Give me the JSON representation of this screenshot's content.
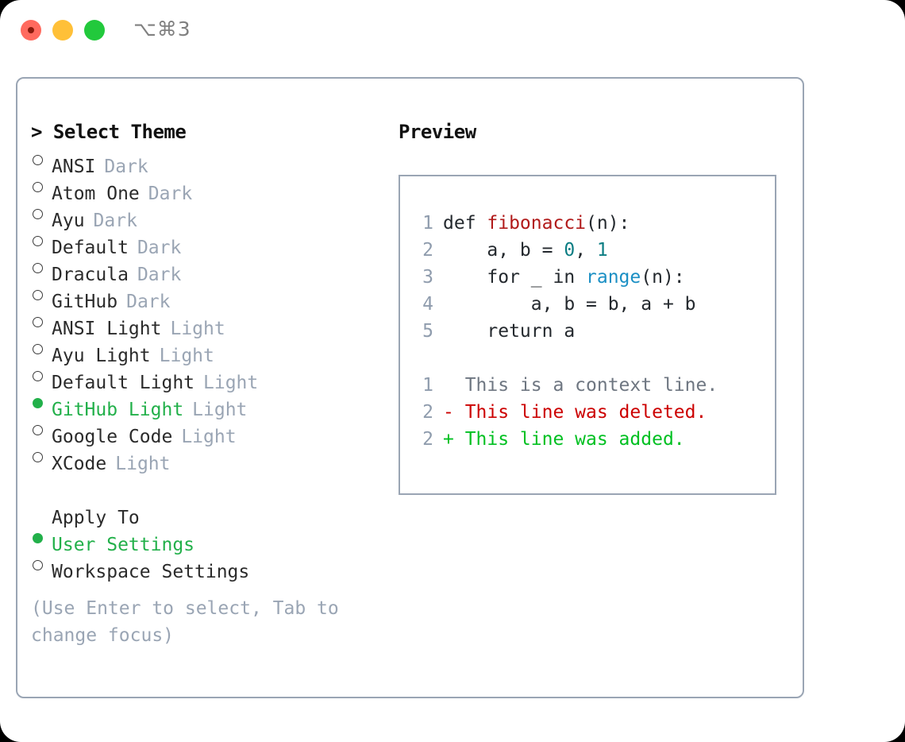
{
  "titlebar": {
    "shortcut": "⌥⌘3",
    "lights": [
      {
        "name": "close",
        "color": "#ff6a5e"
      },
      {
        "name": "minimize",
        "color": "#ffc038"
      },
      {
        "name": "zoom",
        "color": "#22c93c"
      }
    ]
  },
  "theme_picker": {
    "title": "> Select Theme",
    "options": [
      {
        "label": "ANSI",
        "suffix": "Dark",
        "selected": false
      },
      {
        "label": "Atom One",
        "suffix": "Dark",
        "selected": false
      },
      {
        "label": "Ayu",
        "suffix": "Dark",
        "selected": false
      },
      {
        "label": "Default",
        "suffix": "Dark",
        "selected": false
      },
      {
        "label": "Dracula",
        "suffix": "Dark",
        "selected": false
      },
      {
        "label": "GitHub",
        "suffix": "Dark",
        "selected": false
      },
      {
        "label": "ANSI Light",
        "suffix": "Light",
        "selected": false
      },
      {
        "label": "Ayu Light",
        "suffix": "Light",
        "selected": false
      },
      {
        "label": "Default Light",
        "suffix": "Light",
        "selected": false
      },
      {
        "label": "GitHub Light",
        "suffix": "Light",
        "selected": true
      },
      {
        "label": "Google Code",
        "suffix": "Light",
        "selected": false
      },
      {
        "label": "XCode",
        "suffix": "Light",
        "selected": false
      }
    ]
  },
  "apply_to": {
    "title": "Apply To",
    "options": [
      {
        "label": "User Settings",
        "selected": true
      },
      {
        "label": "Workspace Settings",
        "selected": false
      }
    ]
  },
  "hint": "(Use Enter to select, Tab to change focus)",
  "preview": {
    "title": "Preview",
    "code_lines": [
      {
        "no": "1",
        "segments": [
          {
            "text": "def ",
            "style": "plain"
          },
          {
            "text": "fibonacci",
            "style": "fn"
          },
          {
            "text": "(n):",
            "style": "plain"
          }
        ]
      },
      {
        "no": "2",
        "segments": [
          {
            "text": "    a, b = ",
            "style": "plain"
          },
          {
            "text": "0",
            "style": "num"
          },
          {
            "text": ", ",
            "style": "plain"
          },
          {
            "text": "1",
            "style": "num"
          }
        ]
      },
      {
        "no": "3",
        "segments": [
          {
            "text": "    for _ in ",
            "style": "plain"
          },
          {
            "text": "range",
            "style": "call"
          },
          {
            "text": "(n):",
            "style": "plain"
          }
        ]
      },
      {
        "no": "4",
        "segments": [
          {
            "text": "        a, b = b, a + b",
            "style": "plain"
          }
        ]
      },
      {
        "no": "5",
        "segments": [
          {
            "text": "    return a",
            "style": "plain"
          }
        ]
      }
    ],
    "diff_lines": [
      {
        "no": "1",
        "marker": "  ",
        "text": "This is a context line.",
        "kind": "context"
      },
      {
        "no": "2",
        "marker": "- ",
        "text": "This line was deleted.",
        "kind": "deleted"
      },
      {
        "no": "2",
        "marker": "+ ",
        "text": "This line was added.",
        "kind": "added"
      }
    ]
  },
  "colors": {
    "accent_green": "#22b04a",
    "muted": "#9aa5b4",
    "border": "#9aa5b4",
    "diff_add": "#00c021",
    "diff_del": "#cc0000",
    "syntax_fn": "#b11a1a",
    "syntax_num": "#0c7d83",
    "syntax_call": "#1a8fc4"
  }
}
